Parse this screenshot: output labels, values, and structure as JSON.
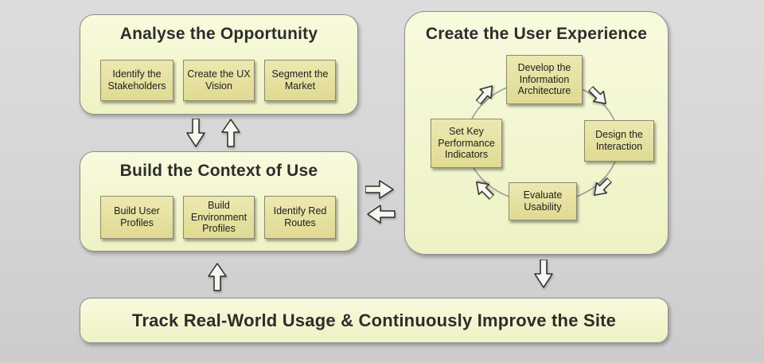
{
  "colors": {
    "background": "#d6d6d6",
    "panel_fill": "#f4f6cd",
    "panel_border": "#8f8f8f",
    "card_fill": "#e8e2a0",
    "card_border": "#8a8a6e",
    "arrow_fill": "#f7f7f0",
    "arrow_outline": "#2b2b2b",
    "text": "#222222"
  },
  "panels": {
    "analyse": {
      "title": "Analyse the Opportunity",
      "cards": [
        "Identify the Stakeholders",
        "Create the UX Vision",
        "Segment the Market"
      ]
    },
    "context": {
      "title": "Build the Context of Use",
      "cards": [
        "Build User Profiles",
        "Build Environment Profiles",
        "Identify Red Routes"
      ]
    },
    "experience": {
      "title": "Create the User Experience",
      "cycle": [
        "Develop the Information Architecture",
        "Design the Interaction",
        "Evaluate Usability",
        "Set Key Performance Indicators"
      ]
    },
    "track": {
      "title": "Track Real-World Usage & Continuously Improve the Site"
    }
  },
  "arrows": [
    {
      "name": "analyse-to-context",
      "direction": "down"
    },
    {
      "name": "context-to-analyse",
      "direction": "up"
    },
    {
      "name": "context-to-experience",
      "direction": "right"
    },
    {
      "name": "experience-to-context",
      "direction": "left"
    },
    {
      "name": "experience-to-track",
      "direction": "down"
    },
    {
      "name": "track-to-context",
      "direction": "up"
    },
    {
      "name": "cycle-set-to-develop",
      "direction": "up-right"
    },
    {
      "name": "cycle-develop-to-design",
      "direction": "down-right"
    },
    {
      "name": "cycle-design-to-evaluate",
      "direction": "down-left"
    },
    {
      "name": "cycle-evaluate-to-set",
      "direction": "up-left"
    }
  ]
}
